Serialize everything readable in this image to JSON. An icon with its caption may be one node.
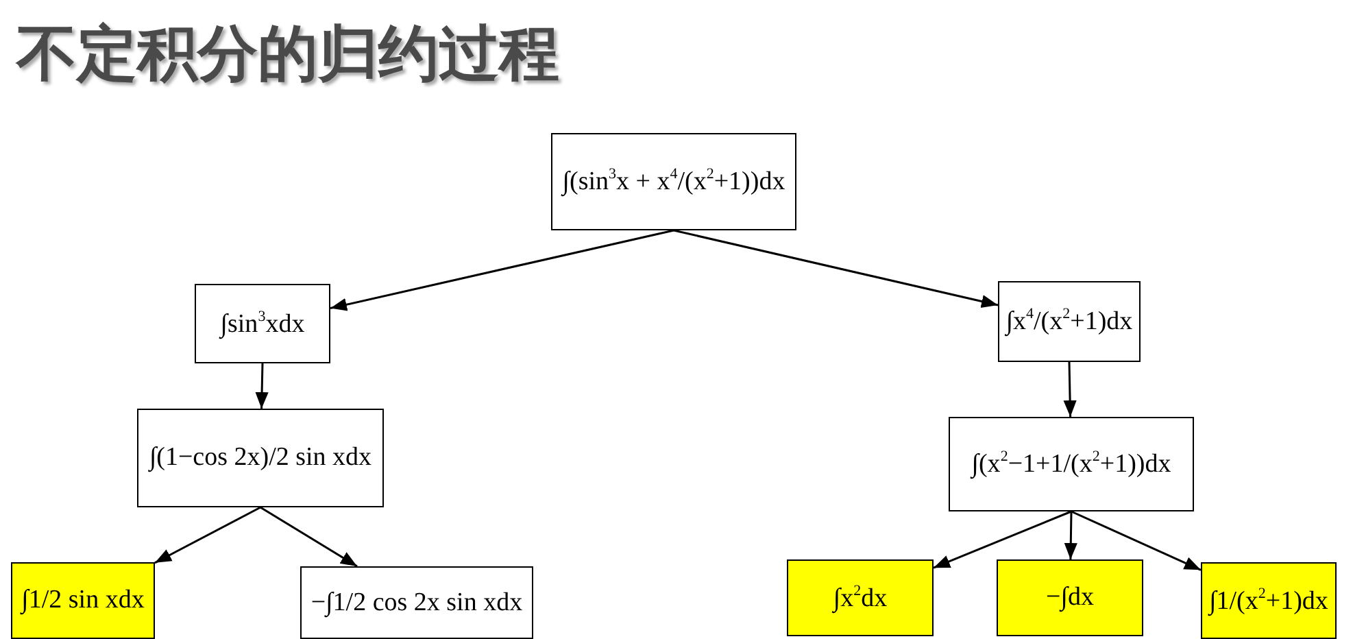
{
  "diagram": {
    "title": "不定积分的归约过程",
    "nodes": [
      {
        "text": [
          "∫(sin$^{3}$x + x$^{4}$/(x$^{2}$+1))dx"
        ]
      },
      {
        "text": [
          "∫sin$^{3}$xdx"
        ]
      },
      {
        "text": [
          "∫x$^{4}$/(x$^{2}$+1)dx"
        ]
      },
      {
        "text": [
          "∫(1−cos 2x)/2 sin xdx"
        ]
      },
      {
        "text": [
          "∫(x$^{2}$−1+1/(x$^{2}$+1))dx"
        ]
      },
      {
        "text": [
          "∫1/2 sin xdx"
        ]
      },
      {
        "text": [
          "−∫1/2 cos 2x sin xdx"
        ]
      },
      {
        "text": [
          "∫x$^{2}$dx"
        ]
      },
      {
        "text": [
          "−∫dx"
        ]
      },
      {
        "text": [
          "∫1/(x$^{2}$+1)dx"
        ]
      }
    ],
    "edges": [
      {
        "from": 0,
        "to": 1,
        "arrow": "to"
      },
      {
        "from": 0,
        "to": 2,
        "arrow": "to"
      },
      {
        "from": 1,
        "to": 3,
        "arrow": "to"
      },
      {
        "from": 2,
        "to": 4,
        "arrow": "to"
      },
      {
        "from": 3,
        "to": 5,
        "arrow": "to"
      },
      {
        "from": 3,
        "to": 6,
        "arrow": "to"
      },
      {
        "from": 4,
        "to": 7,
        "arrow": "to"
      },
      {
        "from": 4,
        "to": 8,
        "arrow": "to"
      },
      {
        "from": 4,
        "to": 9,
        "arrow": "to"
      }
    ]
  }
}
